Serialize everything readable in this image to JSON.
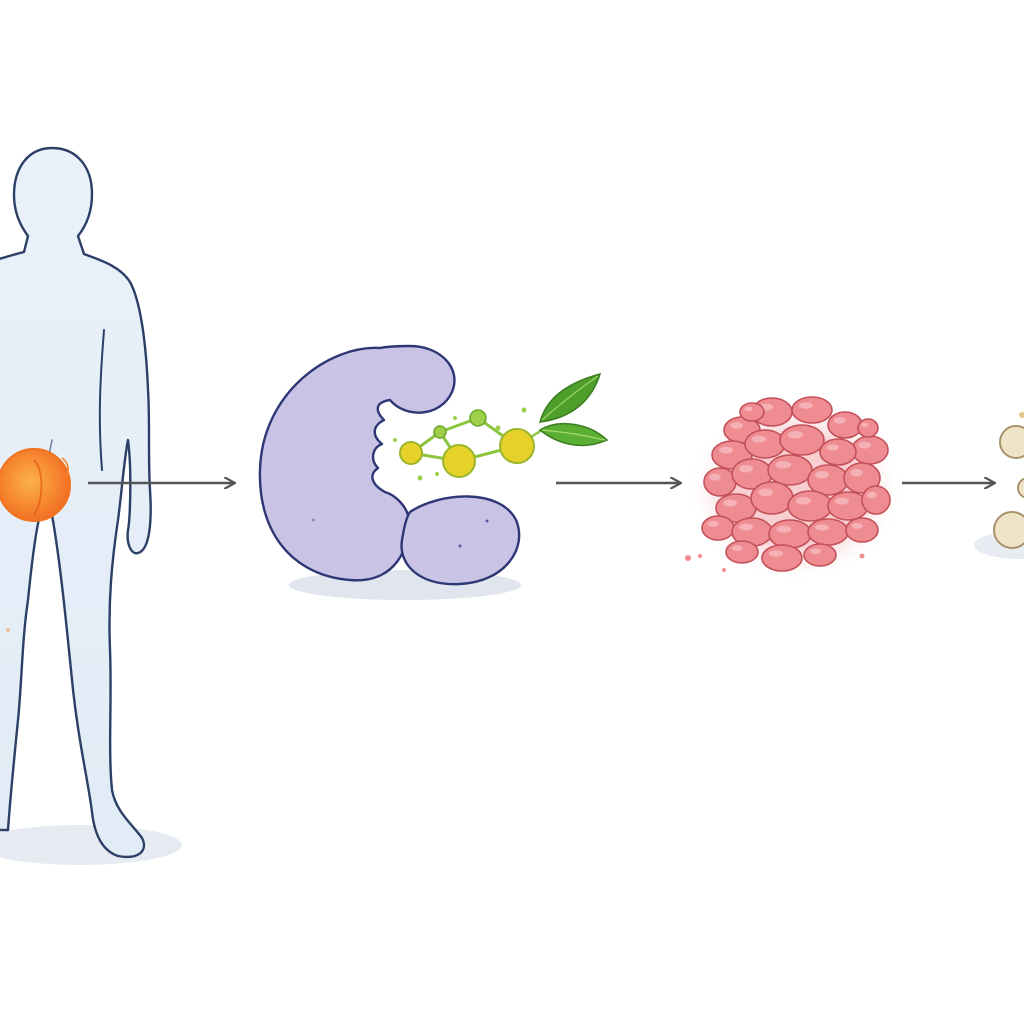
{
  "diagram": {
    "type": "process-flow",
    "stages": [
      {
        "id": "human-body",
        "icon": "human-body-icon",
        "highlight": "abdominal-organ-icon"
      },
      {
        "id": "enzyme-substrate",
        "icon": "enzyme-icon",
        "ligand": "molecule-with-leaves-icon"
      },
      {
        "id": "cell-cluster",
        "icon": "cell-cluster-icon"
      },
      {
        "id": "beige-particles",
        "icon": "particle-cluster-icon"
      }
    ],
    "arrows": [
      {
        "from": "human-body",
        "to": "enzyme-substrate"
      },
      {
        "from": "enzyme-substrate",
        "to": "cell-cluster"
      },
      {
        "from": "cell-cluster",
        "to": "beige-particles"
      }
    ]
  },
  "colors": {
    "background": "#ffffff",
    "body_fill": "#e6eff8",
    "body_stroke": "#2c3f66",
    "organ_fill": "#f5842a",
    "organ_highlight": "#fbb24a",
    "enzyme_fill": "#c9c3e6",
    "enzyme_stroke": "#2e3775",
    "molecule_node": "#e6d12a",
    "molecule_link": "#8cc63f",
    "leaf": "#4e9e2b",
    "cell_fill": "#ee8c92",
    "cell_stroke": "#c4515a",
    "particle_fill": "#efe4c8",
    "particle_stroke": "#a8936a",
    "arrow": "#555555",
    "shadow": "#e3e8ef"
  }
}
